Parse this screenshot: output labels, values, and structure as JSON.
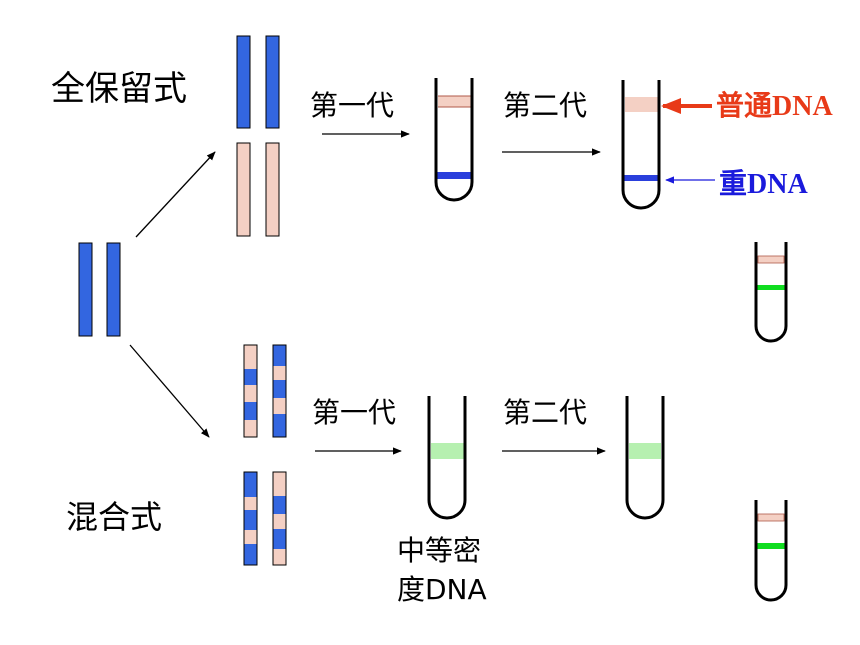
{
  "labels": {
    "conservative": "全保留式",
    "dispersive": "混合式",
    "gen1_top": "第一代",
    "gen2_top": "第二代",
    "gen1_bottom": "第一代",
    "gen2_bottom": "第二代",
    "light_dna": "普通DNA",
    "heavy_dna": "重DNA",
    "medium_dna_line1": "中等密",
    "medium_dna_line2": "度DNA"
  },
  "colors": {
    "heavy": "#3366e0",
    "light": "#f4d0c4",
    "medium": "#b6f0b0",
    "green_band": "#10dd20",
    "light_label": "#e83a18",
    "heavy_label": "#1a1adc",
    "heavy_band": "#2a3fdc",
    "outline": "#000000"
  }
}
